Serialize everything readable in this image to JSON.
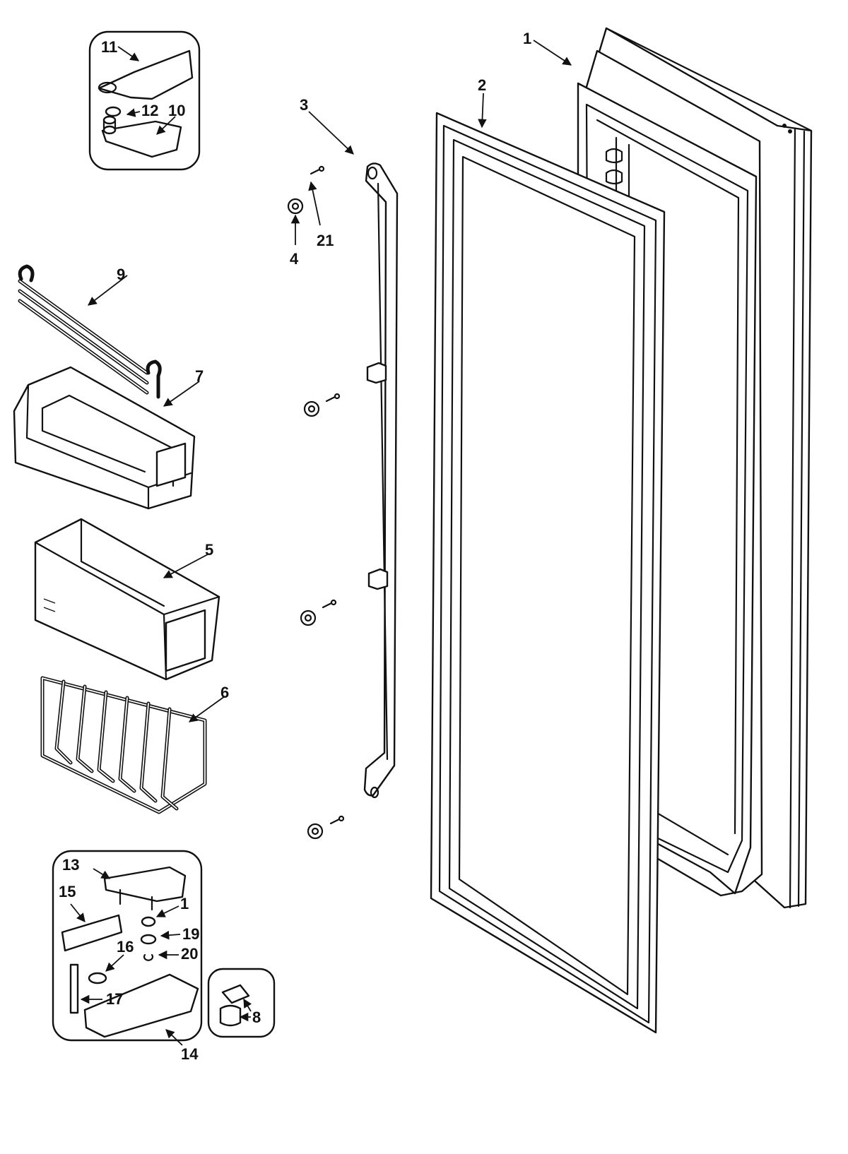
{
  "labels": {
    "l1": "1",
    "l2": "2",
    "l3": "3",
    "l4": "4",
    "l5": "5",
    "l6": "6",
    "l7": "7",
    "l8": "8",
    "l9": "9",
    "l10": "10",
    "l11": "11",
    "l12": "12",
    "l13": "13",
    "l14": "14",
    "l15": "15",
    "l16": "16",
    "l17": "17",
    "l19": "19",
    "l20": "20",
    "l21": "21",
    "l1b": "1"
  }
}
